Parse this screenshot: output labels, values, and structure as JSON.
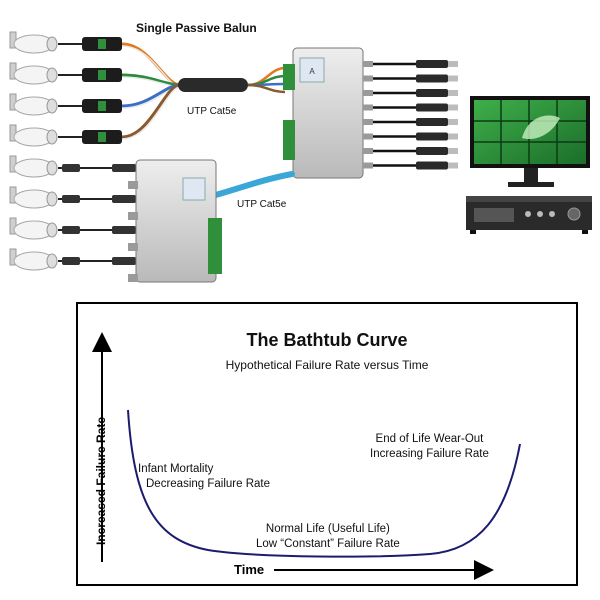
{
  "network": {
    "balun_title": "Single Passive Balun",
    "cable_label_1": "UTP Cat5e",
    "cable_label_2": "UTP Cat5e",
    "camera_count": 8,
    "hub_bnc_count": 8
  },
  "curve": {
    "title": "The Bathtub Curve",
    "subtitle": "Hypothetical Failure Rate versus Time",
    "infant": [
      "Infant Mortality",
      "Decreasing Failure Rate"
    ],
    "normal": [
      "Normal Life (Useful Life)",
      "Low “Constant” Failure Rate"
    ],
    "wear": [
      "End of Life Wear-Out",
      "Increasing Failure Rate"
    ],
    "ylabel": "Increased Failure Rate",
    "xlabel": "Time"
  },
  "colors": {
    "curve": "#1c1c6e",
    "cable_blue": "#3aa7d6",
    "connector_green": "#2f8f3a"
  }
}
